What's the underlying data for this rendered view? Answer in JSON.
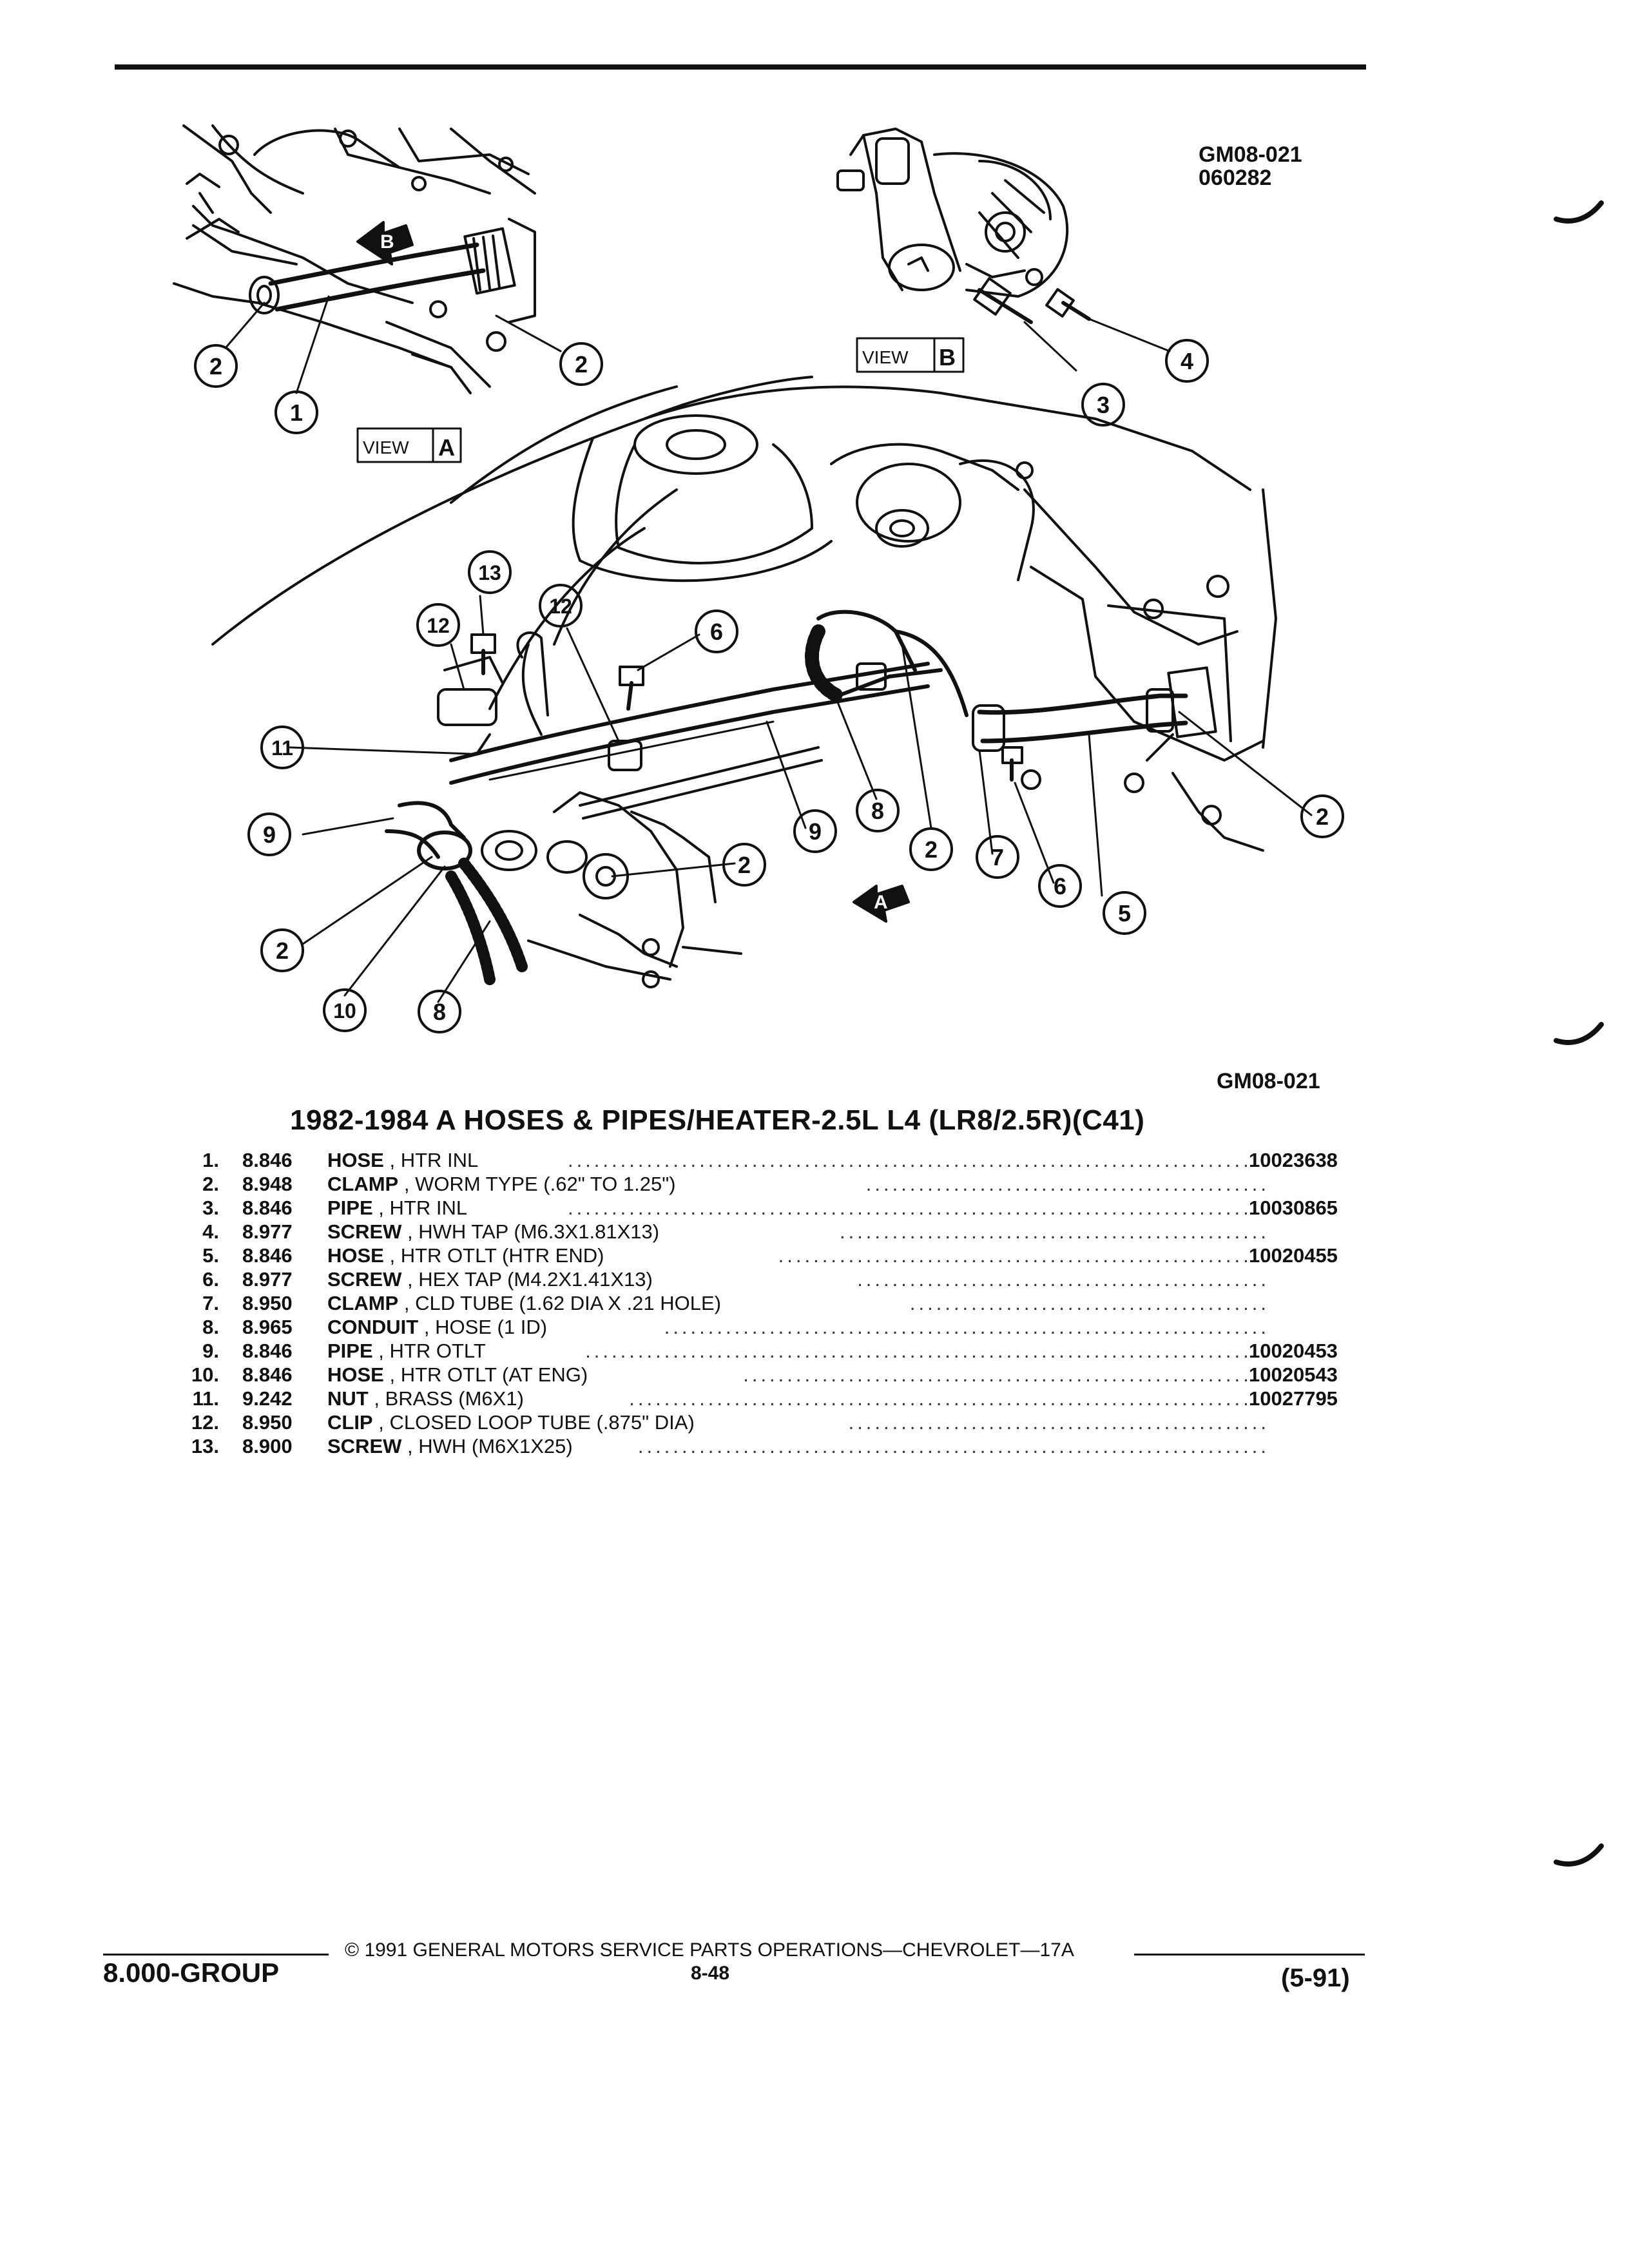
{
  "figure": {
    "code_top": "GM08-021",
    "date_code": "060282",
    "code_bottom": "GM08-021",
    "view_labels": {
      "view_word": "VIEW",
      "view_a": "A",
      "view_b": "B"
    },
    "arrow_labels": {
      "a": "A",
      "b": "B"
    },
    "callouts": [
      "1",
      "2",
      "2",
      "2",
      "2",
      "2",
      "2",
      "3",
      "4",
      "5",
      "6",
      "6",
      "7",
      "8",
      "8",
      "9",
      "9",
      "10",
      "11",
      "12",
      "12",
      "13"
    ]
  },
  "title": "1982-1984 A HOSES & PIPES/HEATER-2.5L L4 (LR8/2.5R)(C41)",
  "parts": [
    {
      "index": "1.",
      "group": "8.846",
      "name": "HOSE",
      "desc": ", HTR INL",
      "part_no": "10023638"
    },
    {
      "index": "2.",
      "group": "8.948",
      "name": "CLAMP",
      "desc": ", WORM TYPE (.62\" TO 1.25\")",
      "part_no": ""
    },
    {
      "index": "3.",
      "group": "8.846",
      "name": "PIPE",
      "desc": ", HTR INL",
      "part_no": "10030865"
    },
    {
      "index": "4.",
      "group": "8.977",
      "name": "SCREW",
      "desc": ", HWH TAP (M6.3X1.81X13)",
      "part_no": ""
    },
    {
      "index": "5.",
      "group": "8.846",
      "name": "HOSE",
      "desc": ", HTR OTLT (HTR END)",
      "part_no": "10020455"
    },
    {
      "index": "6.",
      "group": "8.977",
      "name": "SCREW",
      "desc": ", HEX TAP (M4.2X1.41X13)",
      "part_no": ""
    },
    {
      "index": "7.",
      "group": "8.950",
      "name": "CLAMP",
      "desc": ", CLD TUBE (1.62 DIA X .21 HOLE)",
      "part_no": ""
    },
    {
      "index": "8.",
      "group": "8.965",
      "name": "CONDUIT",
      "desc": ", HOSE (1 ID)",
      "part_no": ""
    },
    {
      "index": "9.",
      "group": "8.846",
      "name": "PIPE",
      "desc": ", HTR OTLT",
      "part_no": "10020453"
    },
    {
      "index": "10.",
      "group": "8.846",
      "name": "HOSE",
      "desc": ", HTR OTLT (AT ENG)",
      "part_no": "10020543"
    },
    {
      "index": "11.",
      "group": "9.242",
      "name": "NUT",
      "desc": ", BRASS (M6X1)",
      "part_no": "10027795"
    },
    {
      "index": "12.",
      "group": "8.950",
      "name": "CLIP",
      "desc": ", CLOSED LOOP TUBE (.875\" DIA)",
      "part_no": ""
    },
    {
      "index": "13.",
      "group": "8.900",
      "name": "SCREW",
      "desc": ", HWH (M6X1X25)",
      "part_no": ""
    }
  ],
  "footer": {
    "copyright": "© 1991 GENERAL MOTORS SERVICE PARTS OPERATIONS—CHEVROLET—17A",
    "group": "8.000-GROUP",
    "page": "8-48",
    "revision": "(5-91)"
  }
}
